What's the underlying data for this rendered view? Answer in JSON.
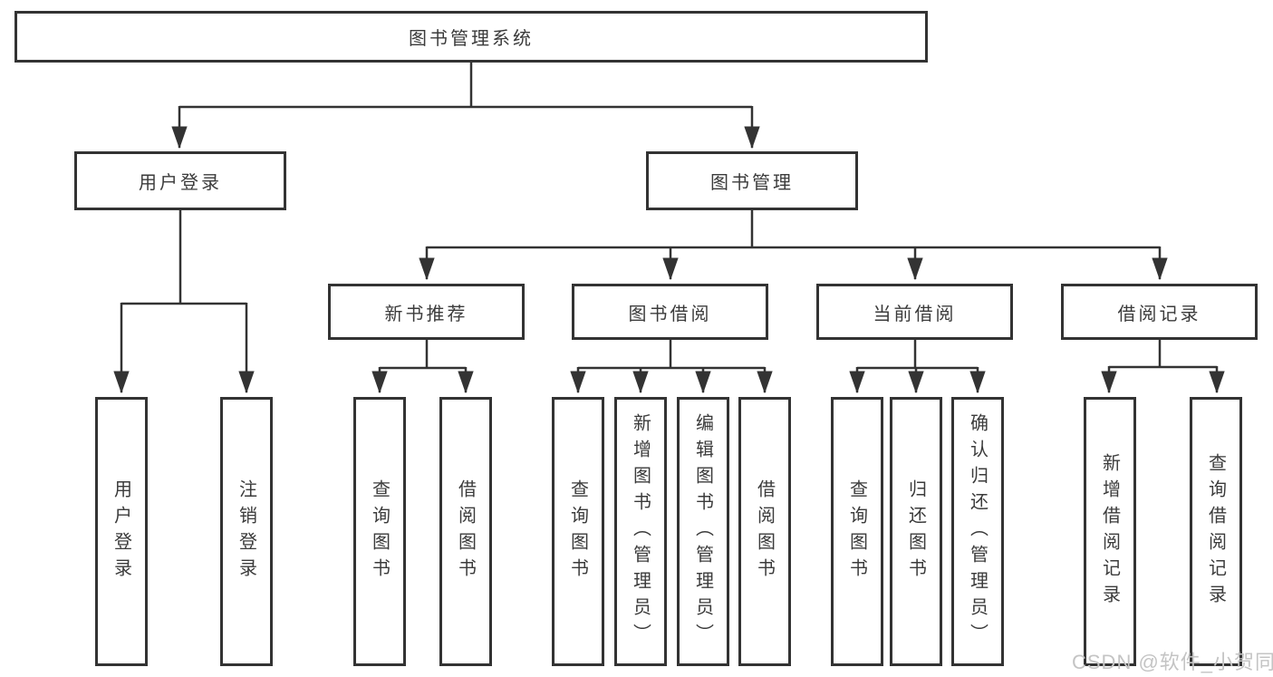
{
  "tree": {
    "root": {
      "label": "图书管理系统"
    },
    "children": [
      {
        "label": "用户登录",
        "children": [
          {
            "label": "用户登录"
          },
          {
            "label": "注销登录"
          }
        ]
      },
      {
        "label": "图书管理",
        "children": [
          {
            "label": "新书推荐",
            "children": [
              {
                "label": "查询图书"
              },
              {
                "label": "借阅图书"
              }
            ]
          },
          {
            "label": "图书借阅",
            "children": [
              {
                "label": "查询图书"
              },
              {
                "label": "新增图书（管理员）"
              },
              {
                "label": "编辑图书（管理员）"
              },
              {
                "label": "借阅图书"
              }
            ]
          },
          {
            "label": "当前借阅",
            "children": [
              {
                "label": "查询图书"
              },
              {
                "label": "归还图书"
              },
              {
                "label": "确认归还（管理员）"
              }
            ]
          },
          {
            "label": "借阅记录",
            "children": [
              {
                "label": "新增借阅记录"
              },
              {
                "label": "查询借阅记录"
              }
            ]
          }
        ]
      }
    ]
  },
  "watermark": {
    "text": "CSDN @软件_小贺同学"
  },
  "colors": {
    "line": "#333333",
    "border": "#333333",
    "text": "#3b3b3b",
    "watermark": "#c4c4c4",
    "background": "#ffffff"
  }
}
